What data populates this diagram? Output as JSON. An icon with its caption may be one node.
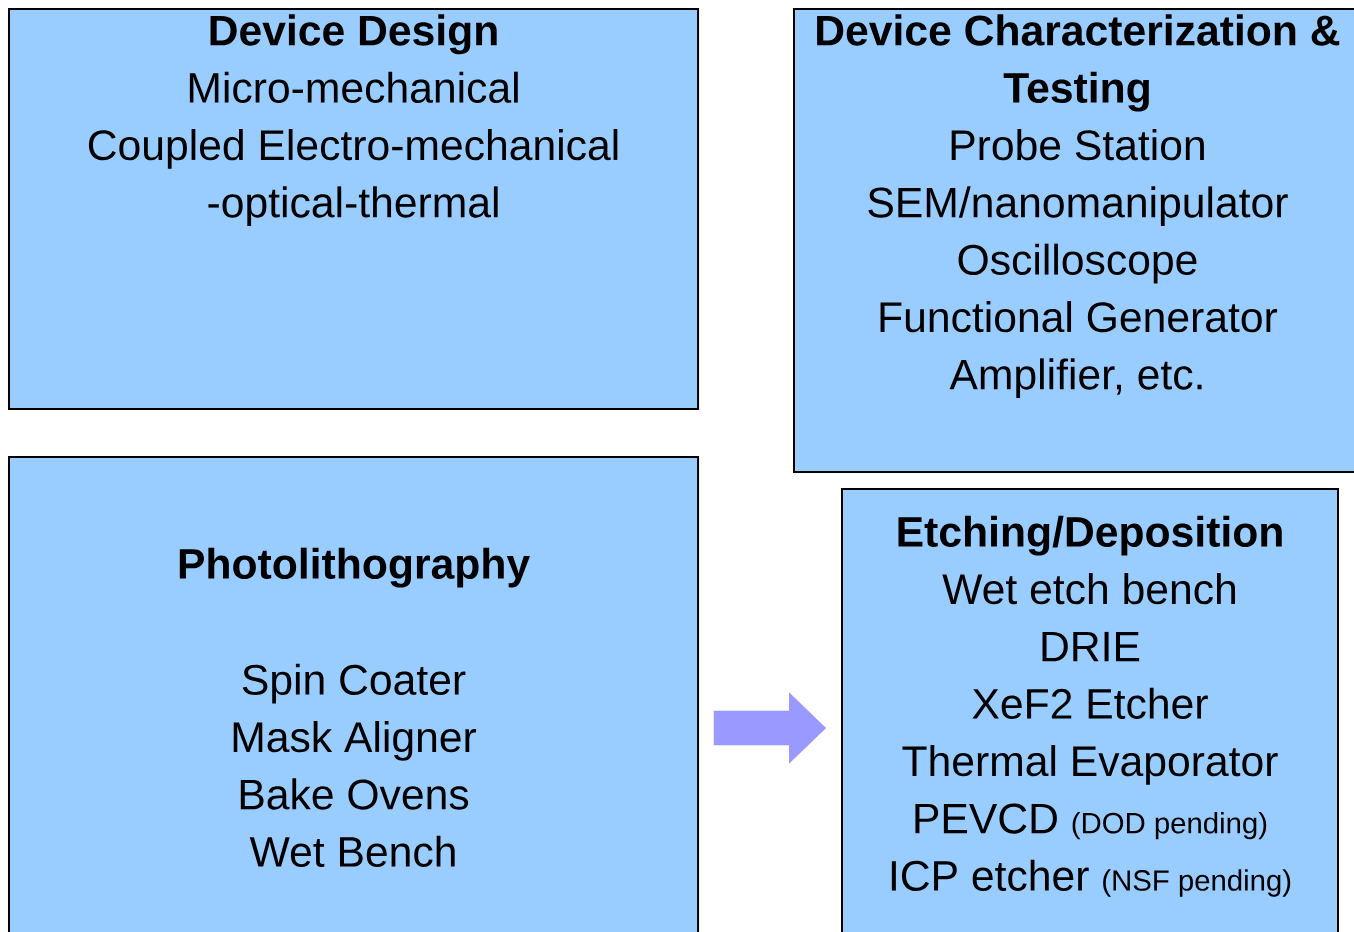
{
  "diagram": {
    "nodes": [
      {
        "text": [
          "Device Design",
          "Micro-mechanical",
          "Coupled Electro-mechanical -optical-thermal"
        ]
      },
      {
        "text": [
          "Device Characterization & Testing",
          "Probe Station",
          "SEM/nanomanipulator",
          "Oscilloscope",
          "Functional Generator",
          "Amplifier, etc."
        ]
      },
      {
        "text": [
          "Photolithography",
          "Spin Coater",
          "Mask Aligner",
          "Bake Ovens",
          "Wet Bench"
        ]
      },
      {
        "text": [
          "Etching/Deposition",
          "Wet etch bench",
          "DRIE",
          "XeF2 Etcher",
          "Thermal Evaporator",
          "PEVCD",
          "(DOD pending)",
          "ICP etcher",
          "(NSF pending)"
        ]
      }
    ],
    "edges": [
      {
        "from": 2,
        "to": 3,
        "arrow": "to"
      }
    ]
  }
}
